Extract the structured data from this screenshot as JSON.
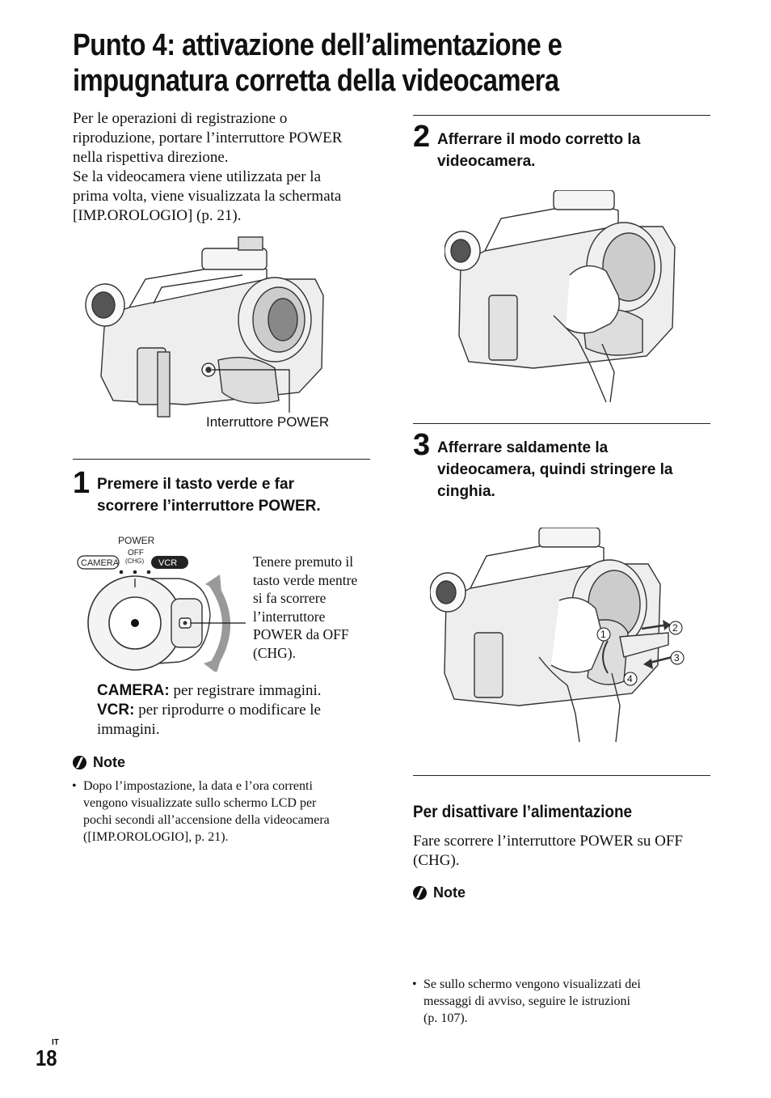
{
  "page": {
    "title_line1": "Punto 4: attivazione dell’alimentazione e",
    "title_line2": "impugnatura corretta della videocamera",
    "intro": [
      "Per le operazioni di registrazione o",
      "riproduzione, portare l’interruttore POWER",
      "nella rispettiva direzione.",
      "Se la videocamera viene utilizzata per la",
      "prima volta, viene visualizzata la schermata",
      "[IMP.OROLOGIO] (p. 21)."
    ],
    "figure1_label": "Interruttore POWER",
    "step1": {
      "number": "1",
      "line1": "Premere il tasto verde e far",
      "line2": "scorrere l’interruttore POWER."
    },
    "switch": {
      "power": "POWER",
      "off": "OFF",
      "chg": "(CHG)",
      "camera": "CAMERA",
      "vcr": "VCR"
    },
    "switch_caption": [
      "Tenere premuto il",
      "tasto verde mentre",
      "si fa scorrere",
      "l’interruttore",
      "POWER da OFF",
      "(CHG)."
    ],
    "modes": {
      "camera_label": "CAMERA:",
      "camera_text": "per registrare immagini.",
      "vcr_label": "VCR:",
      "vcr_text": "per riprodurre o modificare le",
      "vcr_text2": "immagini."
    },
    "note1": {
      "heading": "Note",
      "lines": [
        "Dopo l’impostazione, la data e l’ora correnti",
        "vengono visualizzate sullo schermo LCD per",
        "pochi secondi all’accensione della videocamera",
        "([IMP.OROLOGIO], p. 21)."
      ]
    },
    "step2": {
      "number": "2",
      "line1": "Afferrare il modo corretto la",
      "line2": "videocamera."
    },
    "step3": {
      "number": "3",
      "line1": "Afferrare saldamente la",
      "line2": "videocamera, quindi stringere la",
      "line3": "cinghia."
    },
    "callouts": [
      "1",
      "2",
      "3",
      "4"
    ],
    "power_off": {
      "heading": "Per disattivare l’alimentazione",
      "line1": "Fare scorrere l’interruttore POWER su OFF",
      "line2": "(CHG)."
    },
    "note2": {
      "heading": "Note",
      "lines": [
        "Se sullo schermo vengono visualizzati dei",
        "messaggi di avviso, seguire le istruzioni",
        "(p. 107)."
      ]
    },
    "footer": {
      "lang": "IT",
      "page_number": "18"
    }
  }
}
